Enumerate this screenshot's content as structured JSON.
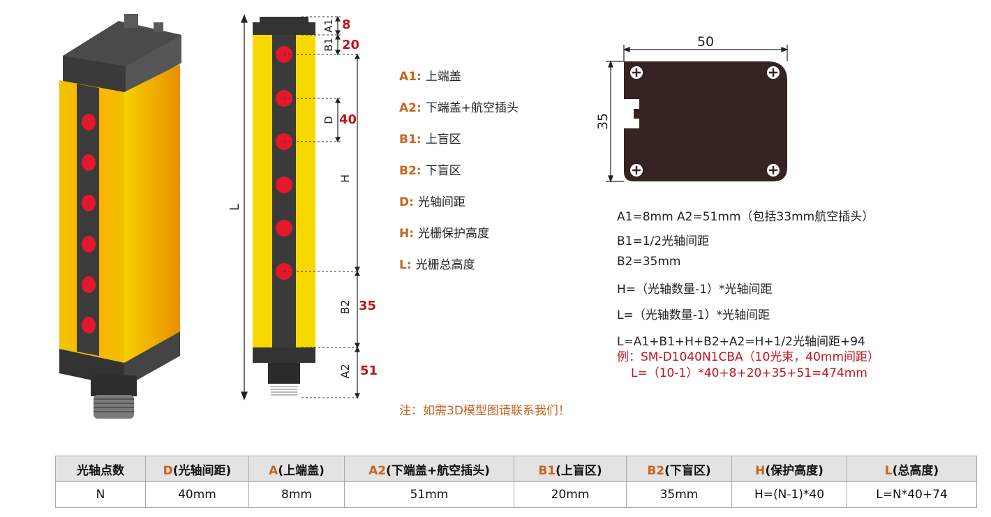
{
  "dims": {
    "a1_letter": "A1",
    "b1_letter": "B1",
    "d_letter": "D",
    "h_letter": "H",
    "l_letter": "L",
    "b2_letter": "B2",
    "a2_letter": "A2",
    "a1_value": "8",
    "b1_value": "20",
    "d_value": "40",
    "b2_value": "35",
    "a2_value": "51",
    "width_value": "50",
    "height_value": "35"
  },
  "legend": [
    {
      "key": "A1:",
      "text": "上端盖"
    },
    {
      "key": "A2:",
      "text": "下端盖+航空插头"
    },
    {
      "key": "B1:",
      "text": "上盲区"
    },
    {
      "key": "B2:",
      "text": "下盲区"
    },
    {
      "key": "D:",
      "text": "光轴间距"
    },
    {
      "key": "H:",
      "text": "光栅保护高度"
    },
    {
      "key": "L:",
      "text": "光栅总高度"
    }
  ],
  "formulas": {
    "line1": "A1=8mm  A2=51mm（包括33mm航空插头）",
    "line2": "B1=1/2光轴间距",
    "line3": "B2=35mm",
    "line4": "H=（光轴数量-1）*光轴间距",
    "line5": "L=（光轴数量-1）*光轴间距",
    "line6": "L=A1+B1+H+B2+A2=H+1/2光轴间距+94",
    "example1": "例：SM-D1040N1CBA（10光束，40mm间距）",
    "example2": "L=（10-1）*40+8+20+35+51=474mm"
  },
  "note": "注：如需3D模型图请联系我们！",
  "table": {
    "headers": [
      {
        "key": "",
        "text": "光轴点数"
      },
      {
        "key": "D",
        "text": "(光轴间距)"
      },
      {
        "key": "A",
        "text": "(上端盖)"
      },
      {
        "key": "A2",
        "text": "(下端盖+航空插头)"
      },
      {
        "key": "B1",
        "text": "(上盲区)"
      },
      {
        "key": "B2",
        "text": "(下盲区)"
      },
      {
        "key": "H",
        "text": "(保护高度)"
      },
      {
        "key": "L",
        "text": "(总高度)"
      }
    ],
    "row": [
      "N",
      "40mm",
      "8mm",
      "51mm",
      "20mm",
      "35mm",
      "H=(N-1)*40",
      "L=N*40+74"
    ]
  },
  "colors": {
    "housing_yellow": "#f7d800",
    "housing_dark": "#3a3a3a",
    "led_red": "#e3182a",
    "dim_red": "#c0141c",
    "legend_orange": "#c8641e",
    "value_blue": "#1f6fbf"
  }
}
